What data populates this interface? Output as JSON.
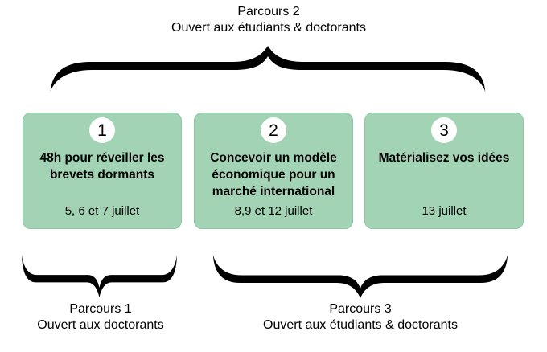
{
  "colors": {
    "box_bg": "#a2d3b4",
    "box_border": "#8fc6a5",
    "brace": "#000000",
    "text": "#000000"
  },
  "top_label": {
    "title": "Parcours 2",
    "subtitle": "Ouvert aux étudiants & doctorants"
  },
  "boxes": [
    {
      "number": "1",
      "title": "48h pour réveiller les brevets dormants",
      "date": "5, 6 et 7 juillet"
    },
    {
      "number": "2",
      "title": "Concevoir un modèle économique pour un marché international",
      "date": "8,9 et 12 juillet"
    },
    {
      "number": "3",
      "title": "Matérialisez vos idées",
      "date": "13 juillet"
    }
  ],
  "bottom_left_label": {
    "title": "Parcours 1",
    "subtitle": "Ouvert aux doctorants"
  },
  "bottom_right_label": {
    "title": "Parcours 3",
    "subtitle": "Ouvert aux étudiants & doctorants"
  }
}
